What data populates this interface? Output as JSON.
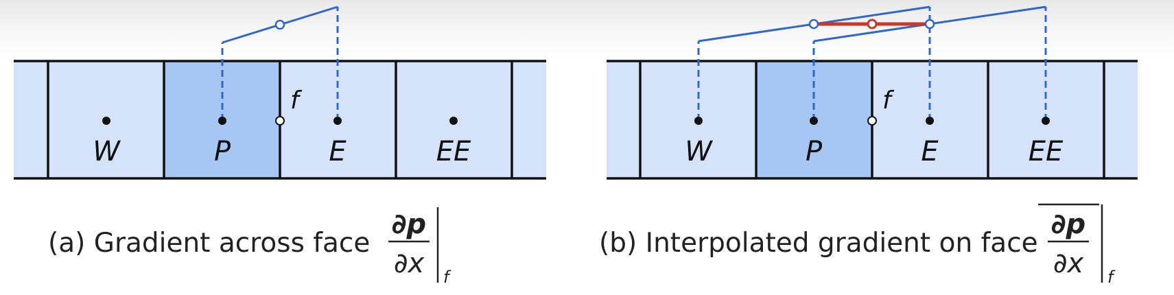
{
  "colors": {
    "cell_fill": "#d4e3f9",
    "highlight_fill": "#a6c6f3",
    "grid_line": "#111111",
    "profile_line": "#2f68c8",
    "interp_line": "#c23a2b",
    "dot": "#111111"
  },
  "panel_a": {
    "cell_labels": [
      "W",
      "P",
      "E",
      "EE"
    ],
    "face_label": "f",
    "caption": "(a) Gradient across face",
    "math": {
      "numerator": "∂p",
      "denominator": "∂x",
      "subscript": "f"
    }
  },
  "panel_b": {
    "cell_labels": [
      "W",
      "P",
      "E",
      "EE"
    ],
    "face_label": "f",
    "caption": "(b) Interpolated gradient on face",
    "math": {
      "numerator": "∂p",
      "denominator": "∂x",
      "subscript": "f"
    }
  }
}
